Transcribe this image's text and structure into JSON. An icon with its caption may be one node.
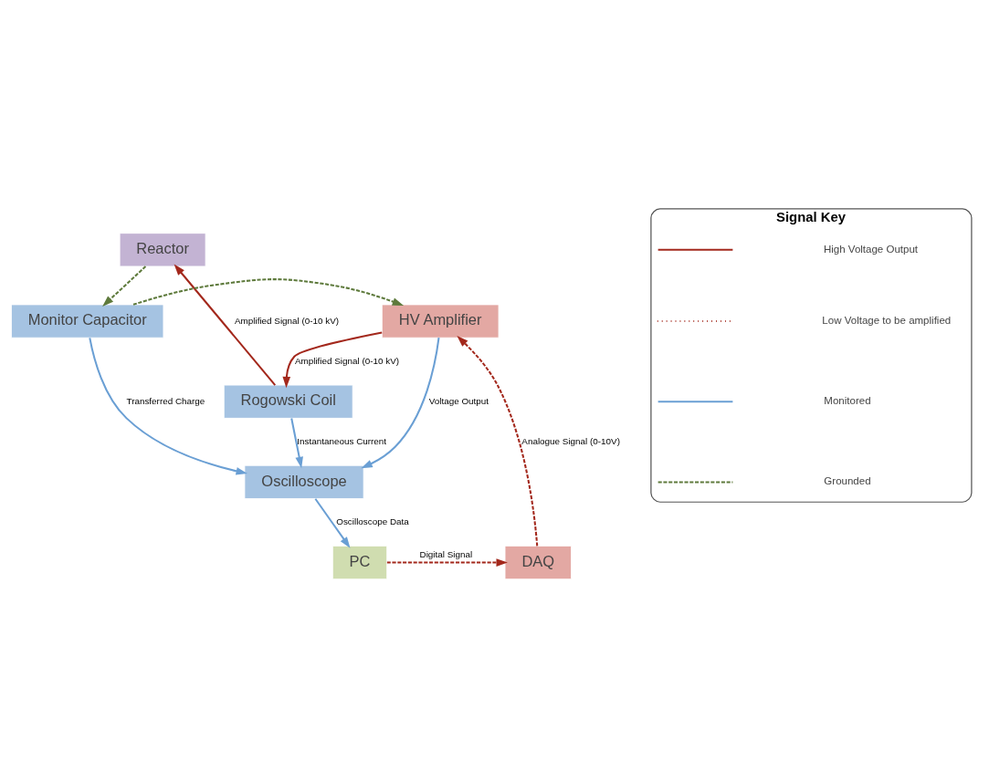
{
  "diagram": {
    "nodes": [
      {
        "text": [
          "Reactor"
        ]
      },
      {
        "text": [
          "Rogowski Coil"
        ]
      },
      {
        "text": [
          "HV Amplifier"
        ]
      },
      {
        "text": [
          "Monitor Capacitor"
        ]
      },
      {
        "text": [
          "Oscilloscope"
        ]
      },
      {
        "text": [
          "DAQ"
        ]
      },
      {
        "text": [
          "PC"
        ]
      },
      {
        "text": [
          "Signal Key"
        ]
      }
    ],
    "edges": [
      {
        "from": 1,
        "to": 0,
        "arrow": "to",
        "label": "Amplified Signal (0-10 kV)",
        "color": "#a3281c"
      },
      {
        "from": 2,
        "to": 1,
        "arrow": "to",
        "label": "Amplified Signal (0-10 kV)",
        "color": "#a3281c"
      },
      {
        "from": 0,
        "to": 3,
        "arrow": "to",
        "style": "dashed",
        "color": "#5e7a3c"
      },
      {
        "from": 3,
        "to": 2,
        "arrow": "to",
        "style": "dashed",
        "color": "#5e7a3c"
      },
      {
        "from": 1,
        "to": 4,
        "arrow": "to",
        "label": "Instantaneous Current",
        "color": "#6a9fd4"
      },
      {
        "from": 2,
        "to": 4,
        "arrow": "to",
        "label": "Voltage Output",
        "color": "#6a9fd4"
      },
      {
        "from": 3,
        "to": 4,
        "arrow": "to",
        "label": "Transferred Charge",
        "color": "#6a9fd4"
      },
      {
        "from": 4,
        "to": 6,
        "arrow": "to",
        "label": "Oscilloscope Data",
        "color": "#6a9fd4"
      },
      {
        "from": 6,
        "to": 5,
        "arrow": "to",
        "label": "Digital Signal",
        "style": "dashed",
        "color": "#a3281c"
      },
      {
        "from": 5,
        "to": 2,
        "arrow": "to",
        "label": "Analogue Signal (0-10V)",
        "style": "dashed",
        "color": "#a3281c"
      }
    ],
    "legend": [
      {
        "text": "High Voltage Output"
      },
      {
        "text": "Low Voltage to be amplified"
      },
      {
        "text": "Monitored"
      },
      {
        "text": "Grounded"
      }
    ]
  }
}
